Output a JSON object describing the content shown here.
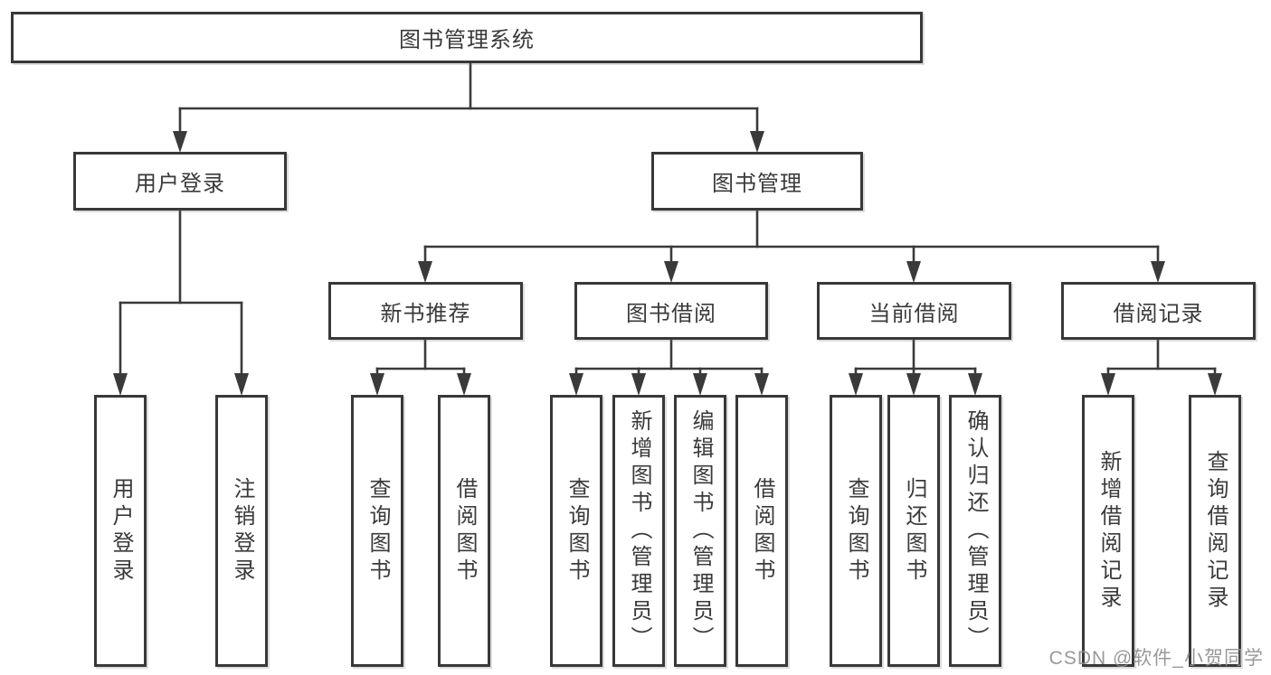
{
  "diagram": {
    "title": "图书管理系统",
    "level2": {
      "user_login": "用户登录",
      "book_mgmt": "图书管理"
    },
    "level3": {
      "new_books": "新书推荐",
      "book_borrow": "图书借阅",
      "current_borrow": "当前借阅",
      "borrow_records": "借阅记录"
    },
    "leaves": {
      "user_login": [
        "用户登录",
        "注销登录"
      ],
      "new_books": [
        "查询图书",
        "借阅图书"
      ],
      "book_borrow": [
        "查询图书",
        "新增图书（管理员）",
        "编辑图书（管理员）",
        "借阅图书"
      ],
      "current_borrow": [
        "查询图书",
        "归还图书",
        "确认归还（管理员）"
      ],
      "borrow_records": [
        "新增借阅记录",
        "查询借阅记录"
      ]
    },
    "colors": {
      "line": "#3a3a3a",
      "border": "#383838",
      "text": "#3a3a3a",
      "watermark": "#8f8f8f"
    },
    "watermark": "CSDN @软件_小贺同学"
  }
}
